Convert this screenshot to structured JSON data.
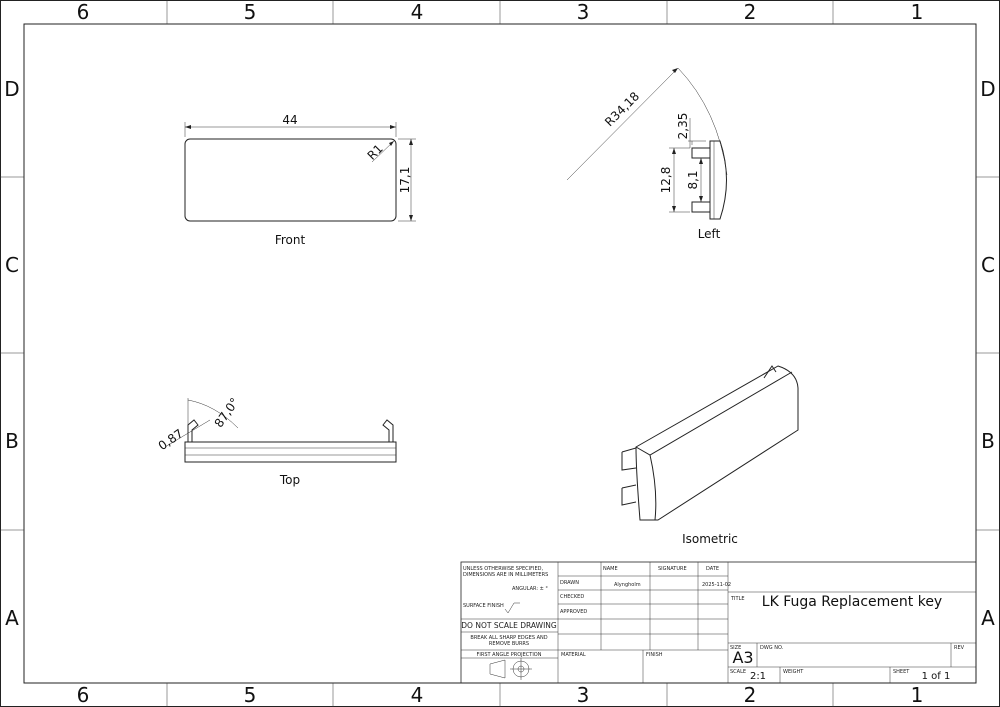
{
  "zones": {
    "columns": [
      "6",
      "5",
      "4",
      "3",
      "2",
      "1"
    ],
    "rows": [
      "D",
      "C",
      "B",
      "A"
    ]
  },
  "views": {
    "front": {
      "label": "Front",
      "dim_width": "44",
      "dim_height": "17,1",
      "dim_radius": "R1"
    },
    "left": {
      "label": "Left",
      "dim_radius": "R34,18",
      "dim_top": "2,35",
      "dim_outer": "12,8",
      "dim_inner": "8,1"
    },
    "top": {
      "label": "Top",
      "dim_angle": "87,0°",
      "dim_offset": "0,87"
    },
    "isometric": {
      "label": "Isometric"
    }
  },
  "title_block": {
    "notes_line1": "UNLESS OTHERWISE SPECIFIED,",
    "notes_line2": "DIMENSIONS ARE IN MILLIMETERS",
    "angular": "ANGULAR: ± °",
    "surface_finish": "SURFACE FINISH",
    "do_not_scale": "DO NOT SCALE DRAWING",
    "break_edges_1": "BREAK ALL SHARP EDGES AND",
    "break_edges_2": "REMOVE BURRS",
    "projection": "FIRST ANGLE PROJECTION",
    "col_name": "NAME",
    "col_signature": "SIGNATURE",
    "col_date": "DATE",
    "row_drawn": "DRAWN",
    "row_checked": "CHECKED",
    "row_approved": "APPROVED",
    "drawn_name": "Alyngholm",
    "drawn_date": "2025-11-02",
    "material_label": "MATERIAL",
    "finish_label": "FINISH",
    "title_label": "TITLE",
    "title": "LK Fuga Replacement key",
    "size_label": "SIZE",
    "size": "A3",
    "dwg_no_label": "DWG NO.",
    "rev_label": "REV",
    "scale_label": "SCALE",
    "scale": "2:1",
    "weight_label": "WEIGHT",
    "sheet_label": "SHEET",
    "sheet": "1 of 1"
  }
}
